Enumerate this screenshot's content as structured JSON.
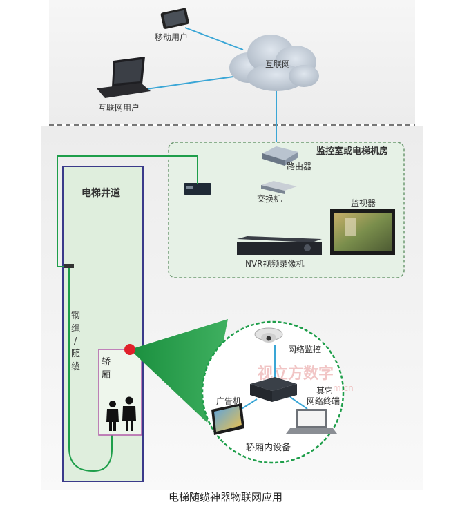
{
  "labels": {
    "mobile_user": "移动用户",
    "internet_user": "互联网用户",
    "internet": "互联网",
    "control_room": "监控室或电梯机房",
    "router": "路由器",
    "switch": "交换机",
    "monitor": "监视器",
    "nvr": "NVR视频录像机",
    "shaft": "电梯井道",
    "cable_chars": [
      "钢",
      "绳",
      "/",
      "随",
      "缆"
    ],
    "car_chars": [
      "轿",
      "厢"
    ],
    "net_camera": "网络监控",
    "other_terminal_1": "其它",
    "other_terminal_2": "网络终端",
    "ad_player": "广告机",
    "car_devices": "轿厢内设备"
  },
  "watermark": {
    "main": "视立方数字",
    "sub": "m.cn"
  },
  "caption": "电梯随缆神器物联网应用",
  "colors": {
    "green_line": "#1e9e4a",
    "blue_line": "#3aa6d6",
    "zone_fill": "#e6f1e6",
    "zone_border": "#6e9a72",
    "shaft_border": "#3a3a8a",
    "alarm_red": "#e0202a"
  }
}
